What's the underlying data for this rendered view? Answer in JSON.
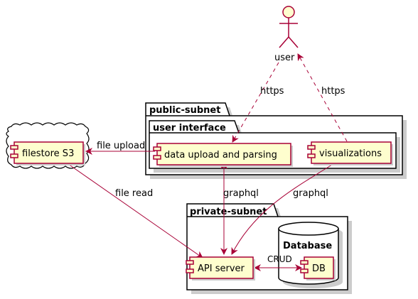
{
  "diagram": {
    "actor": {
      "label": "user"
    },
    "packages": {
      "public": "public-subnet",
      "ui": "user interface",
      "private": "private-subnet"
    },
    "database": {
      "label": "Database"
    },
    "cloud": {
      "label": "filestore S3"
    },
    "components": {
      "upload": "data upload and parsing",
      "viz": "visualizations",
      "api": "API server",
      "db": "DB"
    },
    "edges": {
      "https_upload": "https",
      "https_viz": "https",
      "file_upload": "file upload",
      "file_read": "file read",
      "graphql_upload": "graphql",
      "graphql_viz": "graphql",
      "crud": "CRUD"
    },
    "colors": {
      "node_fill": "#FEFECE",
      "node_stroke": "#A80036",
      "package_fill": "#FFFFFF",
      "package_stroke": "#000000",
      "shadow": "#CCCCCC"
    }
  }
}
